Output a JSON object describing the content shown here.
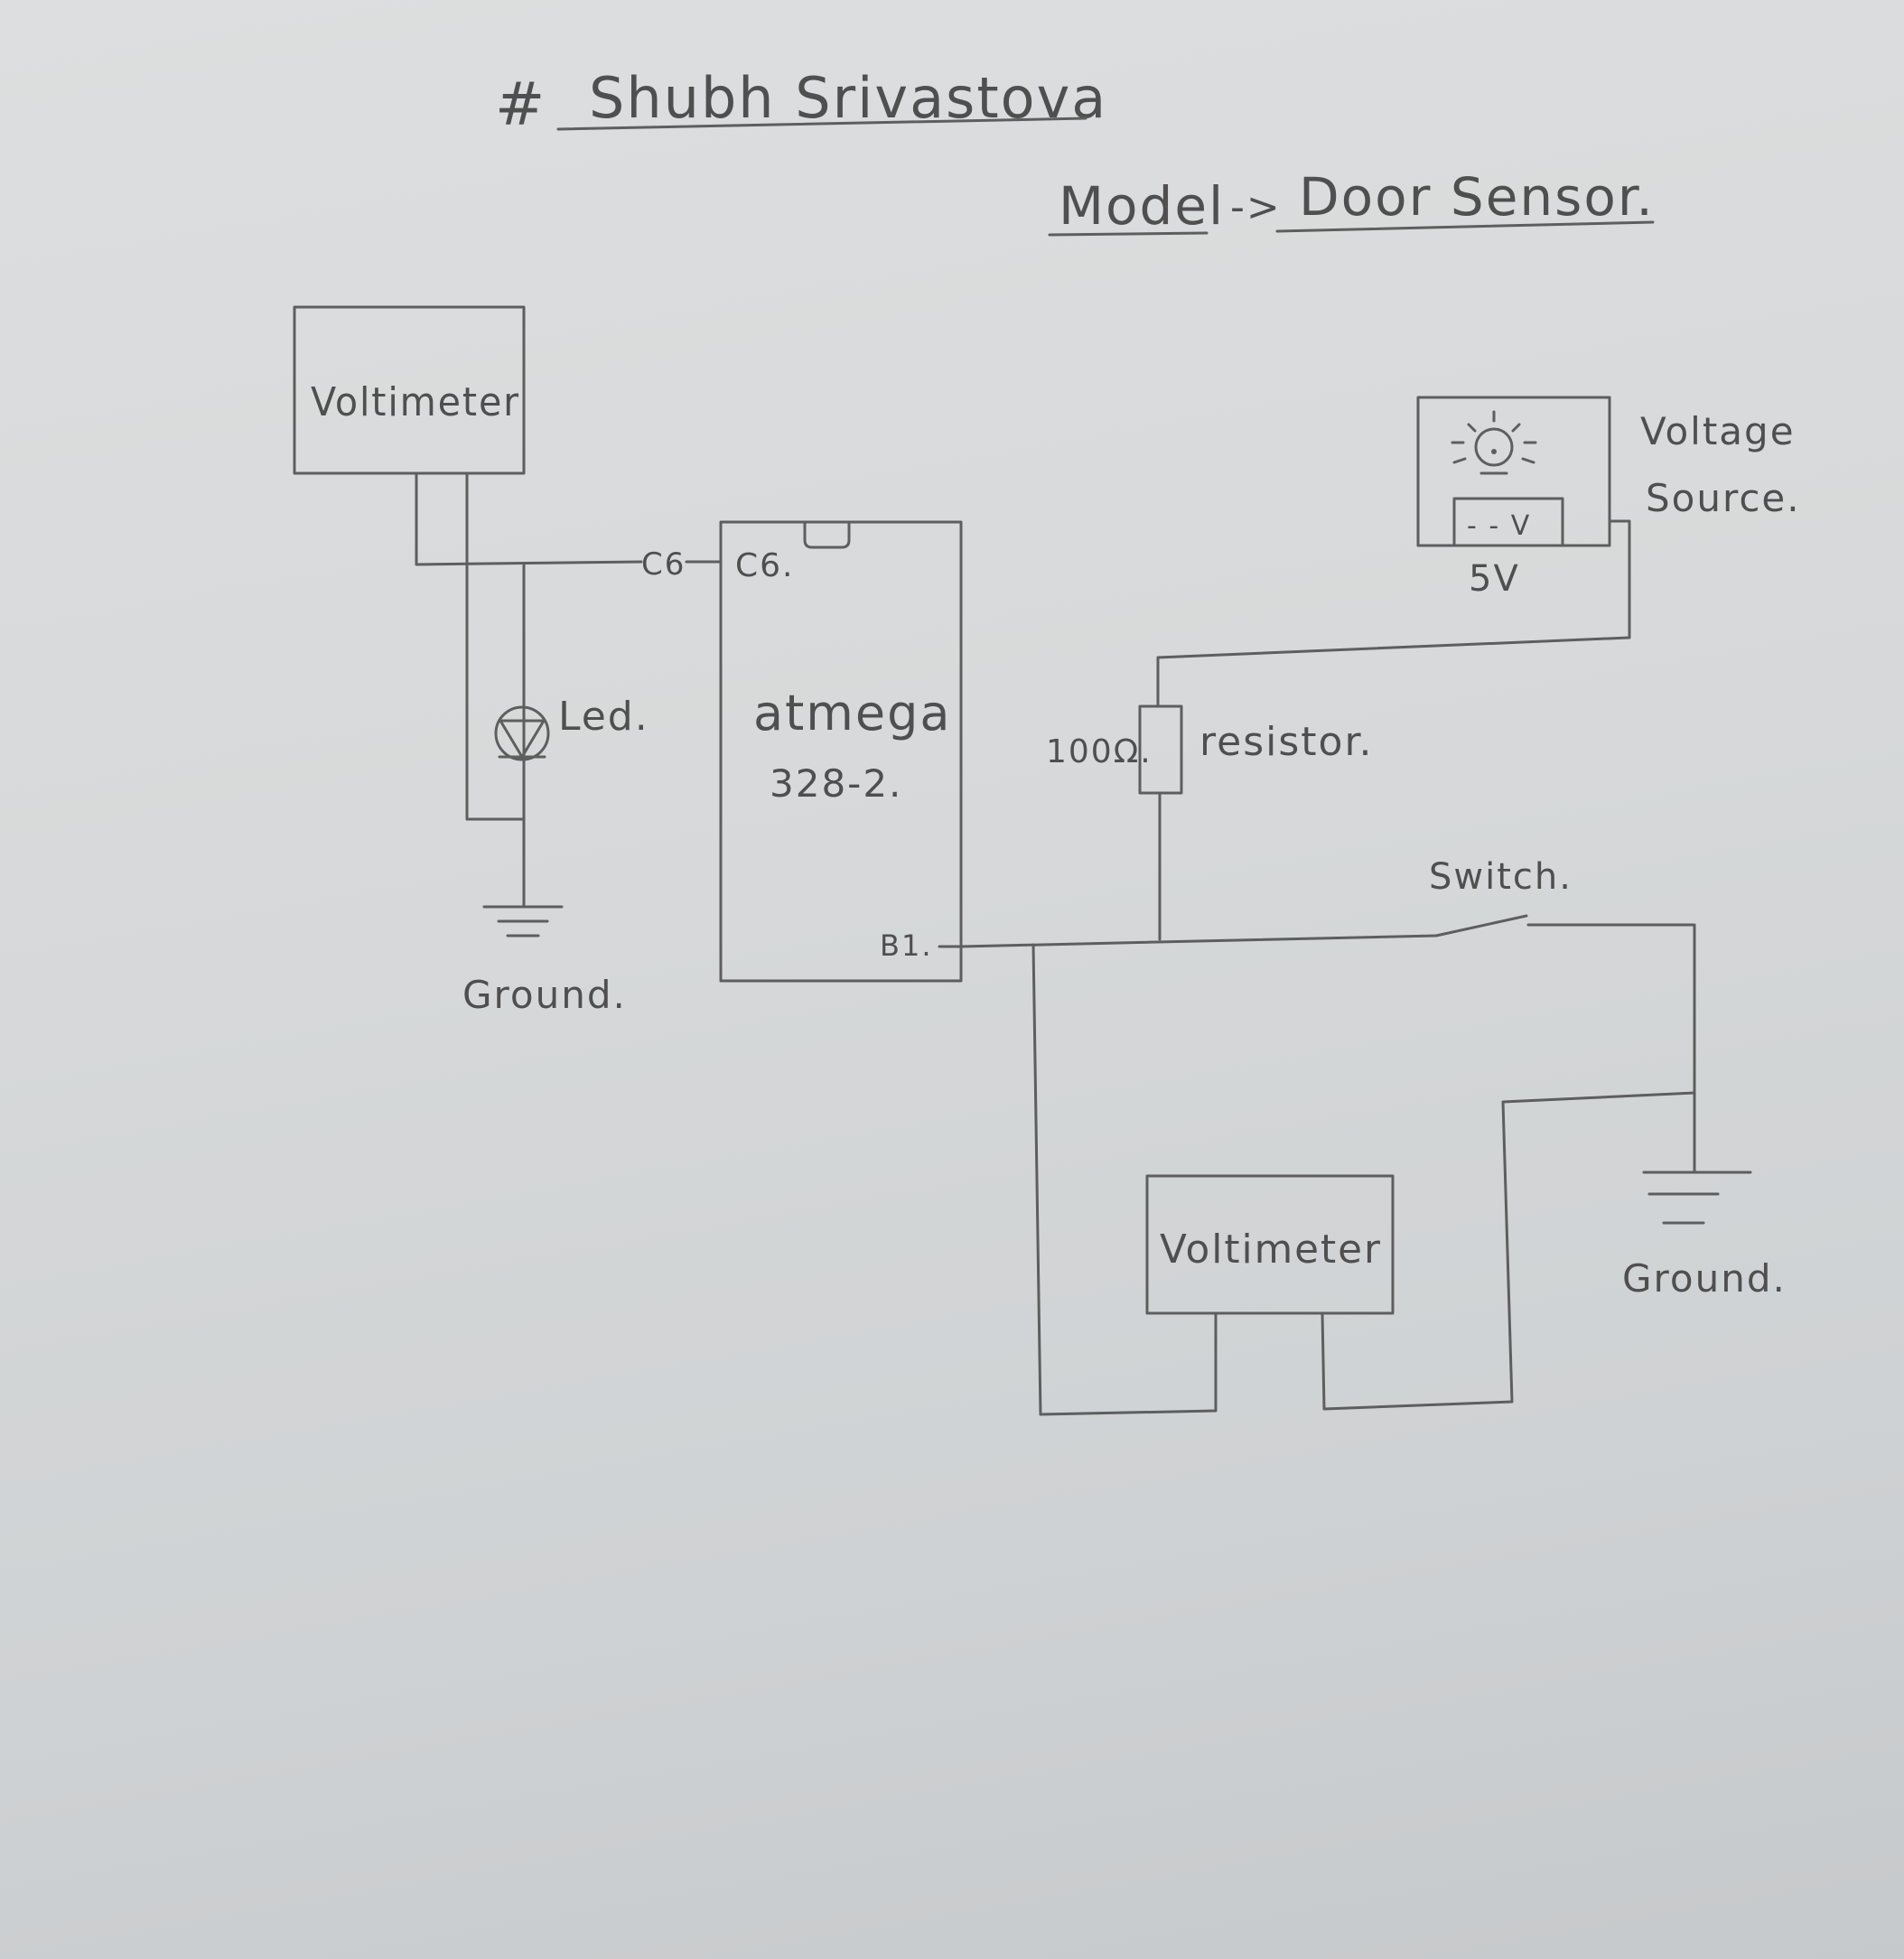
{
  "header": {
    "hash_mark": "#",
    "author": "Shubh Srivastova",
    "model_label": "Model",
    "arrow": "->",
    "model_name": "Door Sensor."
  },
  "components": {
    "voltmeter_top": "Voltimeter",
    "led": "Led.",
    "ground_left": "Ground.",
    "pin_c6_wire": "C6",
    "pin_c6": "C6.",
    "mcu_line1": "atmega",
    "mcu_line2": "328-2.",
    "pin_b1": "B1.",
    "voltage_source_line1": "Voltage",
    "voltage_source_line2": "Source.",
    "source_display": "- - V",
    "source_value": "5V",
    "resistor_value": "100Ω.",
    "resistor": "resistor.",
    "switch": "Switch.",
    "voltmeter_bottom": "Voltimeter",
    "ground_right": "Ground."
  },
  "colors": {
    "ink": "#5e5e5e",
    "paper": "#d6d9da"
  }
}
